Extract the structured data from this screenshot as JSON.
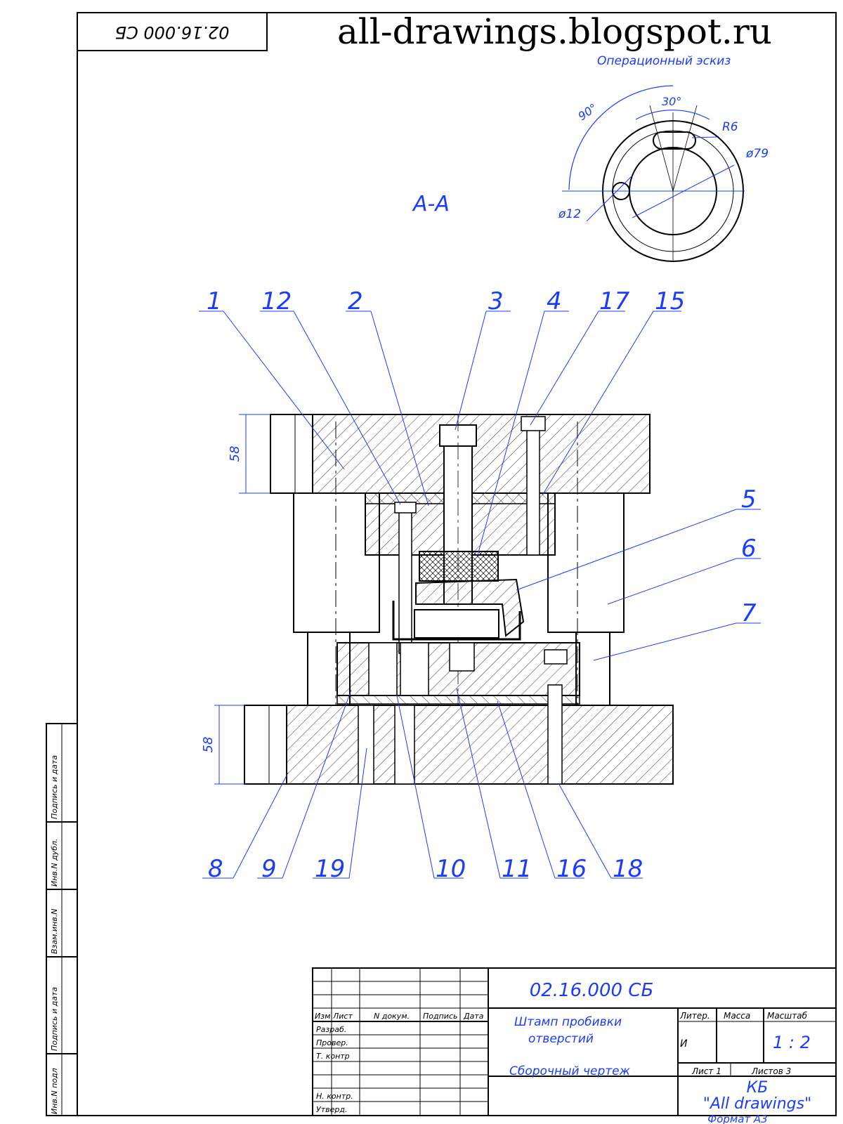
{
  "watermark": "all-drawings.blogspot.ru",
  "doc_code_corner": "02.16.000 СБ",
  "sketch": {
    "title": "Операционный эскиз",
    "angle_90": "90°",
    "angle_30": "30°",
    "radius": "R6",
    "diameter_outer": "ø79",
    "diameter_hole": "ø12"
  },
  "section_label": "А-А",
  "dims": {
    "top_height": "58",
    "bottom_height": "58"
  },
  "callouts_top": [
    "1",
    "12",
    "2",
    "3",
    "4",
    "17",
    "15"
  ],
  "callouts_right": [
    "5",
    "6",
    "7"
  ],
  "callouts_bottom": [
    "8",
    "9",
    "19",
    "10",
    "11",
    "16",
    "18"
  ],
  "side_stamp": [
    "Инв.N подл",
    "Подпись и дата",
    "Взам.инв.N",
    "Инв.N дубл.",
    "Подпись и дата"
  ],
  "title_block": {
    "designation": "02.16.000 СБ",
    "name_line1": "Штамп пробивки",
    "name_line2": "отверстий",
    "doc_type": "Сборочный чертеж",
    "col_headers": [
      "Изм",
      "Лист",
      "N докум.",
      "Подпись",
      "Дата"
    ],
    "rows": [
      "Разраб.",
      "Провер.",
      "Т. контр",
      "Н. контр.",
      "Утверд."
    ],
    "litera": "Литер.",
    "massa": "Масса",
    "masshtab": "Масштаб",
    "litera_value": "И",
    "scale_value": "1 : 2",
    "sheet": "Лист 1",
    "sheets": "Листов 3",
    "org_line1": "КБ",
    "org_line2": "\"All drawings\"",
    "format": "Формат А3"
  }
}
